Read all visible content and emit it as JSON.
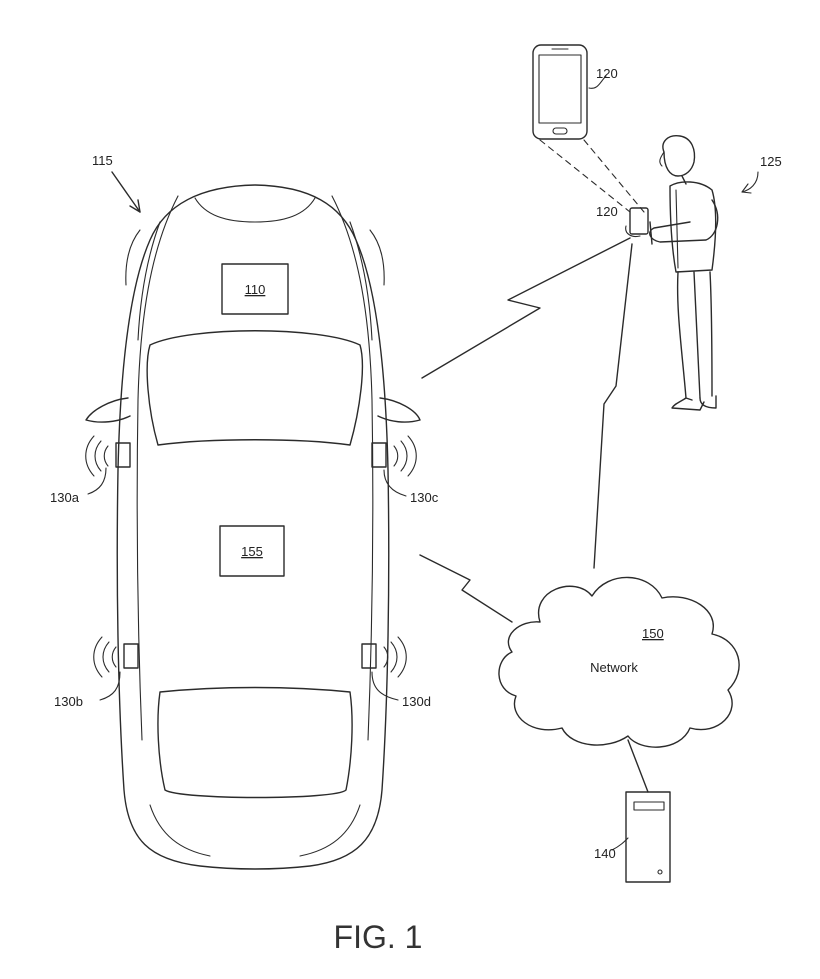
{
  "labels": {
    "vehicle": "115",
    "box_110": "110",
    "box_155": "155",
    "phone_top": "120",
    "phone_hand": "120",
    "user": "125",
    "sensor_a": "130a",
    "sensor_b": "130b",
    "sensor_c": "130c",
    "sensor_d": "130d",
    "cloud_num": "150",
    "cloud_text": "Network",
    "server": "140"
  },
  "caption": "FIG. 1"
}
